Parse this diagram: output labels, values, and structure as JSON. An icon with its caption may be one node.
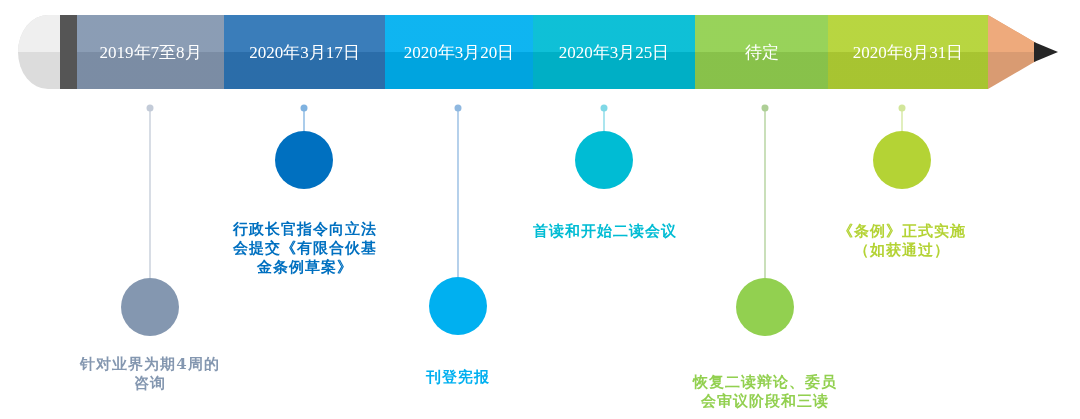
{
  "diagram": {
    "nodes": [
      {
        "text": [
          "2019年7至8月"
        ]
      },
      {
        "text": [
          "2020年3月17日"
        ]
      },
      {
        "text": [
          "2020年3月20日"
        ]
      },
      {
        "text": [
          "2020年3月25日"
        ]
      },
      {
        "text": [
          "待定"
        ]
      },
      {
        "text": [
          "2020年8月31日"
        ]
      },
      {
        "text": [],
        "shape": "circle",
        "beside": [
          "针对业界为期4周的咨询"
        ]
      },
      {
        "text": [],
        "shape": "circle",
        "beside": [
          "行政长官指令向立法会提交《有限合伙基金条例草案》"
        ]
      },
      {
        "text": [],
        "shape": "circle",
        "beside": [
          "刊登宪报"
        ]
      },
      {
        "text": [],
        "shape": "circle",
        "beside": [
          "首读和开始二读会议"
        ]
      },
      {
        "text": [],
        "shape": "circle",
        "beside": [
          "恢复二读辩论、委员会审议阶段和三读"
        ]
      },
      {
        "text": [],
        "shape": "circle",
        "beside": [
          "《条例》正式实施（如获通过）"
        ]
      }
    ],
    "edges": [
      {
        "from": 0,
        "to": 6,
        "arrow": "other"
      },
      {
        "from": 1,
        "to": 7,
        "arrow": "other"
      },
      {
        "from": 2,
        "to": 8,
        "arrow": "other"
      },
      {
        "from": 3,
        "to": 9,
        "arrow": "other"
      },
      {
        "from": 4,
        "to": 10,
        "arrow": "other"
      },
      {
        "from": 5,
        "to": 11,
        "arrow": "other"
      }
    ]
  }
}
